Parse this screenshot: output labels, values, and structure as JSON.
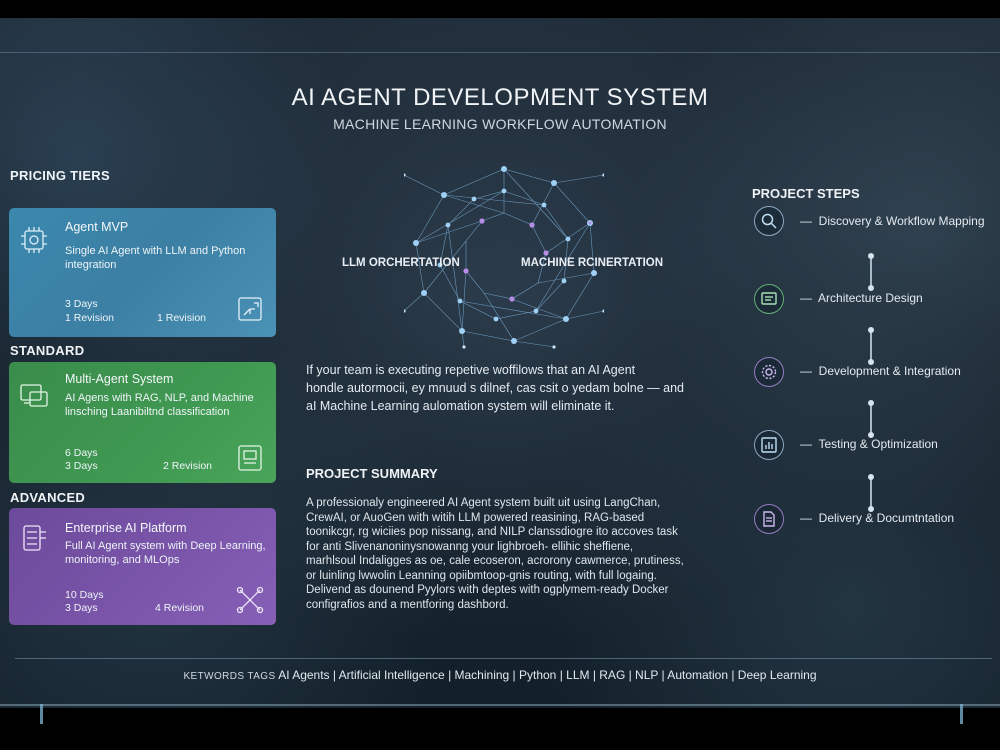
{
  "header": {
    "title": "AI AGENT DEVELOPMENT SYSTEM",
    "subtitle": "MACHINE LEARNING WORKFLOW AUTOMATION"
  },
  "pricing": {
    "heading": "PRICING TIERS",
    "mvp": {
      "name": "Agent MVP",
      "desc": "Single AI Agent with LLM and Python integration",
      "days": "3 Days",
      "revision_left": "1 Revision",
      "revision_right": "1 Revision"
    },
    "standard": {
      "label": "STANDARD",
      "name": "Multi-Agent System",
      "desc": "AI Agens with RAG, NLP, and Machine linsching Laanibiltnd classification",
      "days": "6 Days",
      "days2": "3 Days",
      "revision_right": "2 Revision"
    },
    "advanced": {
      "label": "ADVANCED",
      "name": "Enterprise AI Platform",
      "desc": "Full AI Agent system with Deep Learning, monitoring, and MLOps",
      "days": "10 Days",
      "days2": "3 Days",
      "revision_right": "4 Revision"
    }
  },
  "center": {
    "label_left": "LLM ORCHERTATION",
    "label_right": "MACHINE RCINERTATION",
    "intro_lines": [
      "If your team is executing repetive woffilows that an AI Agent",
      "hondle autormocii, ey mnuud s dilnef, cas csit o yedam bolne — and",
      "aI Machine Learning aulomation system will eliminate it."
    ],
    "summary_title": "PROJECT SUMMARY",
    "summary_lines": [
      "A professionaly engineered AI Agent system built uit using LangChan,",
      "CrewAI, or AuoGen with witih LLM powered reasining, RAG-based",
      "toonikcgr, rg wiciies pop nissang, and NILP clanssdiogre ito accoves task",
      "for anti Slivenanoninysnowanng your lighbroeh- ellihic sheffiene,",
      "marhlsoul Indaligges as oe, cale ecoseron, acrorony cawmerce, prutiness,",
      "or luinling lwwolin Leanning opiibmtoop-gnis routing, with full logaing.",
      "Delivend as dounend Pyylors with deptes with ogplymem-ready Docker",
      "configrafios and a mentforing dashbord."
    ]
  },
  "steps": {
    "heading": "PROJECT STEPS",
    "items": [
      {
        "label": "Discovery & Workflow Mapping",
        "icon": "search-icon"
      },
      {
        "label": "Architecture Design",
        "icon": "blueprint-icon"
      },
      {
        "label": "Development & Integration",
        "icon": "gear-icon"
      },
      {
        "label": "Testing & Optimization",
        "icon": "chart-icon"
      },
      {
        "label": "Delivery & Documtntation",
        "icon": "document-icon"
      }
    ],
    "dash": "—"
  },
  "footer": {
    "label": "KETWORDS TAGS",
    "keywords": "AI Agents | Artificial Intelligence | Machining | Python | LLM | RAG | NLP | Automation | Deep Learning"
  },
  "colors": {
    "mvp": "#3c83a8",
    "standard": "#3f9851",
    "advanced": "#7a55aa",
    "accent": "#8fc4e6"
  }
}
